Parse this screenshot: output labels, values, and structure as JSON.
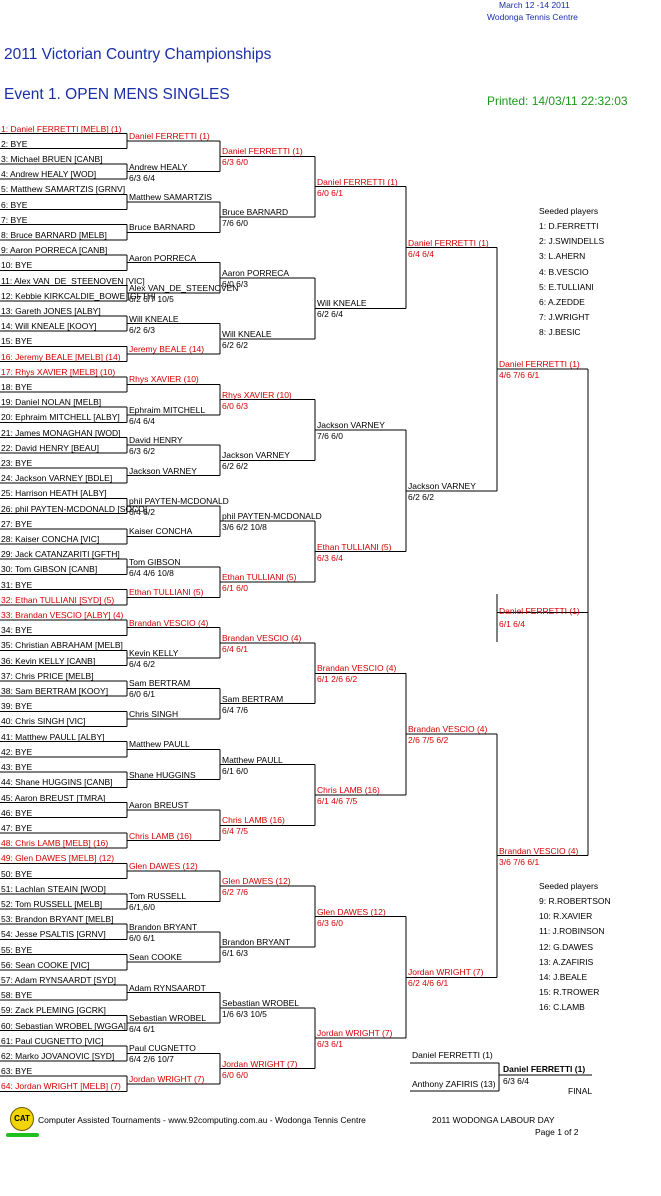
{
  "header": {
    "dates": "March 12 -14 2011",
    "venue": "Wodonga Tennis Centre",
    "title": "2011 Victorian Country Championships",
    "event": "Event 1. OPEN MENS SINGLES",
    "printed": "Printed: 14/03/11 22:32:03"
  },
  "round1": [
    {
      "name": "1: Daniel FERRETTI [MELB] (1)",
      "seed": true
    },
    {
      "name": "2: BYE"
    },
    {
      "name": "3: Michael BRUEN [CANB]"
    },
    {
      "name": "4: Andrew HEALY [WOD]"
    },
    {
      "name": "5: Matthew SAMARTZIS [GRNV]"
    },
    {
      "name": "6: BYE"
    },
    {
      "name": "7: BYE"
    },
    {
      "name": "8: Bruce BARNARD [MELB]"
    },
    {
      "name": "9: Aaron PORRECA [CANB]"
    },
    {
      "name": "10: BYE"
    },
    {
      "name": "11: Alex VAN_DE_STEENOVEN [VIC]"
    },
    {
      "name": "12: Kebbie KIRKCALDIE_BOWE [GFTH]"
    },
    {
      "name": "13: Gareth JONES [ALBY]"
    },
    {
      "name": "14: Will KNEALE [KOOY]"
    },
    {
      "name": "15: BYE"
    },
    {
      "name": "16: Jeremy BEALE [MELB] (14)",
      "seed": true
    },
    {
      "name": "17: Rhys XAVIER [MELB] (10)",
      "seed": true
    },
    {
      "name": "18: BYE"
    },
    {
      "name": "19: Daniel NOLAN [MELB]"
    },
    {
      "name": "20: Ephraim MITCHELL [ALBY]"
    },
    {
      "name": "21: James MONAGHAN [WOD]"
    },
    {
      "name": "22: David HENRY [BEAU]"
    },
    {
      "name": "23: BYE"
    },
    {
      "name": "24: Jackson VARNEY [BDLE]"
    },
    {
      "name": "25: Harrison HEATH [ALBY]"
    },
    {
      "name": "26: phil PAYTEN-MCDONALD [SOCO]"
    },
    {
      "name": "27: BYE"
    },
    {
      "name": "28: Kaiser CONCHA [VIC]"
    },
    {
      "name": "29: Jack CATANZARITI [GFTH]"
    },
    {
      "name": "30: Tom GIBSON [CANB]"
    },
    {
      "name": "31: BYE"
    },
    {
      "name": "32: Ethan TULLIANI [SYD] (5)",
      "seed": true
    },
    {
      "name": "33: Brandan VESCIO [ALBY] (4)",
      "seed": true
    },
    {
      "name": "34: BYE"
    },
    {
      "name": "35: Christian ABRAHAM [MELB]"
    },
    {
      "name": "36: Kevin KELLY [CANB]"
    },
    {
      "name": "37: Chris PRICE [MELB]"
    },
    {
      "name": "38: Sam BERTRAM [KOOY]"
    },
    {
      "name": "39: BYE"
    },
    {
      "name": "40: Chris SINGH [VIC]"
    },
    {
      "name": "41: Matthew PAULL [ALBY]"
    },
    {
      "name": "42: BYE"
    },
    {
      "name": "43: BYE"
    },
    {
      "name": "44: Shane HUGGINS [CANB]"
    },
    {
      "name": "45: Aaron BREUST [TMRA]"
    },
    {
      "name": "46: BYE"
    },
    {
      "name": "47: BYE"
    },
    {
      "name": "48: Chris LAMB [MELB] (16)",
      "seed": true
    },
    {
      "name": "49: Glen DAWES [MELB] (12)",
      "seed": true
    },
    {
      "name": "50: BYE"
    },
    {
      "name": "51: Lachlan STEAIN [WOD]"
    },
    {
      "name": "52: Tom RUSSELL [MELB]"
    },
    {
      "name": "53: Brandon BRYANT [MELB]"
    },
    {
      "name": "54: Jesse PSALTIS [GRNV]"
    },
    {
      "name": "55: BYE"
    },
    {
      "name": "56: Sean COOKE [VIC]"
    },
    {
      "name": "57: Adam RYNSAARDT [SYD]"
    },
    {
      "name": "58: BYE"
    },
    {
      "name": "59: Zack PLEMING [GCRK]"
    },
    {
      "name": "60: Sebastian WROBEL [WGGA]"
    },
    {
      "name": "61: Paul CUGNETTO [VIC]"
    },
    {
      "name": "62: Marko JOVANOVIC [SYD]"
    },
    {
      "name": "63: BYE"
    },
    {
      "name": "64: Jordan WRIGHT [MELB] (7)",
      "seed": true
    }
  ],
  "round2": [
    {
      "name": "Daniel FERRETTI (1)",
      "score": "",
      "seed": true
    },
    {
      "name": "Andrew HEALY",
      "score": "6/3 6/4"
    },
    {
      "name": "Matthew SAMARTZIS",
      "score": ""
    },
    {
      "name": "Bruce BARNARD",
      "score": ""
    },
    {
      "name": "Aaron PORRECA",
      "score": ""
    },
    {
      "name": "Alex VAN_DE_STEENOVEN",
      "score": "6/2 6/7 10/5"
    },
    {
      "name": "Will KNEALE",
      "score": "6/2 6/3"
    },
    {
      "name": "Jeremy BEALE (14)",
      "score": "",
      "seed": true
    },
    {
      "name": "Rhys XAVIER (10)",
      "score": "",
      "seed": true
    },
    {
      "name": "Ephraim MITCHELL",
      "score": "6/4 6/4"
    },
    {
      "name": "David HENRY",
      "score": "6/3 6/2"
    },
    {
      "name": "Jackson VARNEY",
      "score": ""
    },
    {
      "name": "phil PAYTEN-MCDONALD",
      "score": "6/4 6/2"
    },
    {
      "name": "Kaiser CONCHA",
      "score": ""
    },
    {
      "name": "Tom GIBSON",
      "score": "6/4 4/6 10/8"
    },
    {
      "name": "Ethan TULLIANI (5)",
      "score": "",
      "seed": true
    },
    {
      "name": "Brandan VESCIO (4)",
      "score": "",
      "seed": true
    },
    {
      "name": "Kevin KELLY",
      "score": "6/4 6/2"
    },
    {
      "name": "Sam BERTRAM",
      "score": "6/0 6/1"
    },
    {
      "name": "Chris SINGH",
      "score": ""
    },
    {
      "name": "Matthew PAULL",
      "score": ""
    },
    {
      "name": "Shane HUGGINS",
      "score": ""
    },
    {
      "name": "Aaron BREUST",
      "score": ""
    },
    {
      "name": "Chris LAMB (16)",
      "score": "",
      "seed": true
    },
    {
      "name": "Glen DAWES (12)",
      "score": "",
      "seed": true
    },
    {
      "name": "Tom RUSSELL",
      "score": "6/1,6/0"
    },
    {
      "name": "Brandon BRYANT",
      "score": "6/0 6/1"
    },
    {
      "name": "Sean COOKE",
      "score": ""
    },
    {
      "name": "Adam RYNSAARDT",
      "score": ""
    },
    {
      "name": "Sebastian WROBEL",
      "score": "6/4 6/1"
    },
    {
      "name": "Paul CUGNETTO",
      "score": "6/4 2/6 10/7"
    },
    {
      "name": "Jordan WRIGHT (7)",
      "score": "",
      "seed": true
    }
  ],
  "round3": [
    {
      "name": "Daniel FERRETTI (1)",
      "score": "6/3 6/0",
      "seed": true
    },
    {
      "name": "Bruce BARNARD",
      "score": "7/6 6/0"
    },
    {
      "name": "Aaron PORRECA",
      "score": "6/0 6/3"
    },
    {
      "name": "Will KNEALE",
      "score": "6/2 6/2"
    },
    {
      "name": "Rhys XAVIER (10)",
      "score": "6/0 6/3",
      "seed": true
    },
    {
      "name": "Jackson VARNEY",
      "score": "6/2 6/2"
    },
    {
      "name": "phil PAYTEN-MCDONALD",
      "score": "3/6 6/2 10/8"
    },
    {
      "name": "Ethan TULLIANI (5)",
      "score": "6/1 6/0",
      "seed": true
    },
    {
      "name": "Brandan VESCIO (4)",
      "score": "6/4 6/1",
      "seed": true
    },
    {
      "name": "Sam BERTRAM",
      "score": "6/4 7/6"
    },
    {
      "name": "Matthew PAULL",
      "score": "6/1 6/0"
    },
    {
      "name": "Chris LAMB (16)",
      "score": "6/4 7/5",
      "seed": true
    },
    {
      "name": "Glen DAWES (12)",
      "score": "6/2 7/6",
      "seed": true
    },
    {
      "name": "Brandon BRYANT",
      "score": "6/1 6/3"
    },
    {
      "name": "Sebastian WROBEL",
      "score": "1/6 6/3 10/5"
    },
    {
      "name": "Jordan WRIGHT (7)",
      "score": "6/0 6/0",
      "seed": true
    }
  ],
  "round4": [
    {
      "name": "Daniel FERRETTI (1)",
      "score": "6/0 6/1",
      "seed": true
    },
    {
      "name": "Will KNEALE",
      "score": "6/2 6/4"
    },
    {
      "name": "Jackson VARNEY",
      "score": "7/6 6/0"
    },
    {
      "name": "Ethan TULLIANI (5)",
      "score": "6/3 6/4",
      "seed": true
    },
    {
      "name": "Brandan VESCIO (4)",
      "score": "6/1 2/6 6/2",
      "seed": true
    },
    {
      "name": "Chris LAMB (16)",
      "score": "6/1 4/6 7/5",
      "seed": true
    },
    {
      "name": "Glen DAWES (12)",
      "score": "6/3 6/0",
      "seed": true
    },
    {
      "name": "Jordan WRIGHT (7)",
      "score": "6/3 6/1",
      "seed": true
    }
  ],
  "round5": [
    {
      "name": "Daniel FERRETTI (1)",
      "score": "6/4 6/4",
      "seed": true
    },
    {
      "name": "Jackson VARNEY",
      "score": "6/2 6/2"
    },
    {
      "name": "Brandan VESCIO (4)",
      "score": "2/6 7/5 6/2",
      "seed": true
    },
    {
      "name": "Jordan WRIGHT (7)",
      "score": "6/2 4/6 6/1",
      "seed": true
    }
  ],
  "round6": [
    {
      "name": "Daniel FERRETTI (1)",
      "score": "4/6 7/6 6/1",
      "seed": true
    },
    {
      "name": "Brandan VESCIO (4)",
      "score": "3/6 7/6 6/1",
      "seed": true
    }
  ],
  "semi": {
    "name": "Daniel FERRETTI (1)",
    "score": "6/1 6/4",
    "seed": true
  },
  "final": {
    "top": "Daniel FERRETTI (1)",
    "bottom": "Anthony ZAFIRIS (13)",
    "winner": "Daniel FERRETTI (1)",
    "score": "6/3 6/4",
    "label": "FINAL"
  },
  "seeds_top": {
    "title": "Seeded players",
    "items": [
      "1: D.FERRETTI",
      "2: J.SWINDELLS",
      "3: L.AHERN",
      "4: B.VESCIO",
      "5: E.TULLIANI",
      "6: A.ZEDDE",
      "7: J.WRIGHT",
      "8: J.BESIC"
    ]
  },
  "seeds_bottom": {
    "title": "Seeded players",
    "items": [
      "9: R.ROBERTSON",
      "10: R.XAVIER",
      "11: J.ROBINSON",
      "12: G.DAWES",
      "13: A.ZAFIRIS",
      "14: J.BEALE",
      "15: R.TROWER",
      "16: C.LAMB"
    ]
  },
  "footer": {
    "logo": "CAT",
    "credit": "Computer Assisted Tournaments - www.92computing.com.au -  Wodonga Tennis Centre",
    "event": "2011 WODONGA LABOUR DAY",
    "page": "Page 1 of 2"
  }
}
